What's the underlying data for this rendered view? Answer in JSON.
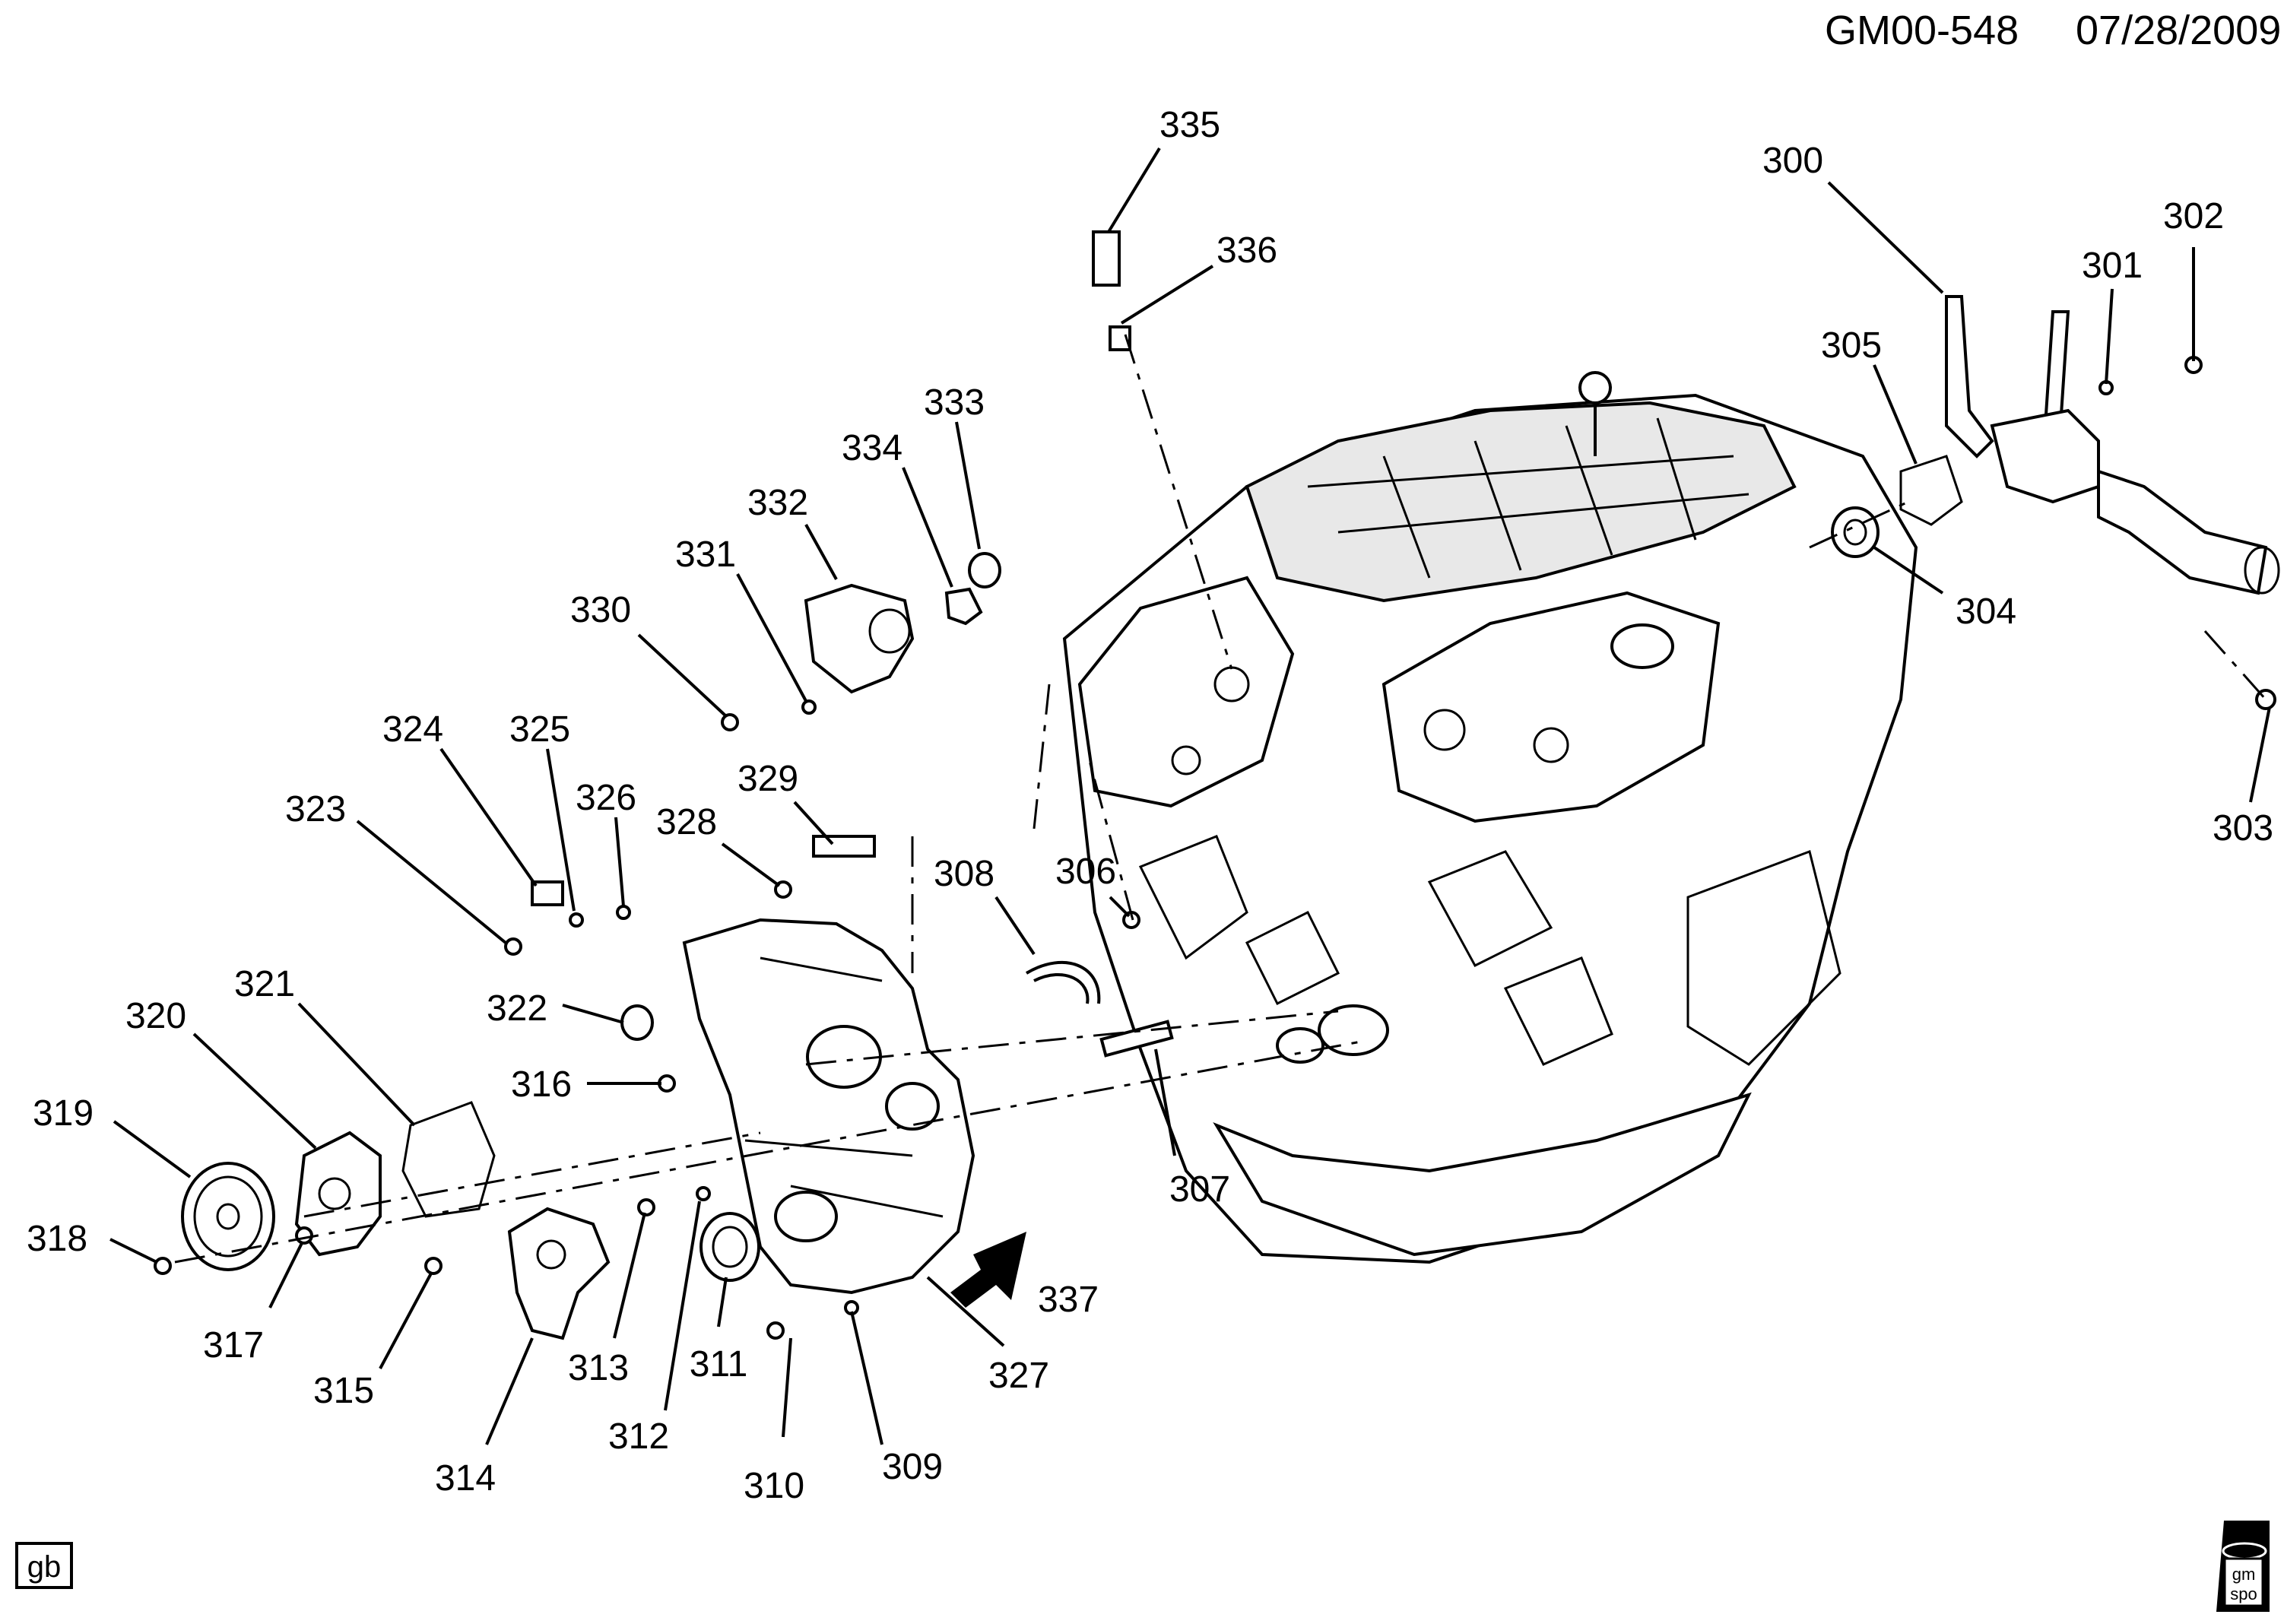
{
  "header": {
    "diagram_code": "GM00-548",
    "date": "07/28/2009"
  },
  "footer": {
    "tag": "gb",
    "logo_text_top": "gm",
    "logo_text_bottom": "spo"
  },
  "callouts": [
    "300",
    "301",
    "302",
    "303",
    "304",
    "305",
    "306",
    "307",
    "308",
    "309",
    "310",
    "311",
    "312",
    "313",
    "314",
    "315",
    "316",
    "317",
    "318",
    "319",
    "320",
    "321",
    "322",
    "323",
    "324",
    "325",
    "326",
    "327",
    "328",
    "329",
    "330",
    "331",
    "332",
    "333",
    "334",
    "335",
    "336",
    "337"
  ]
}
